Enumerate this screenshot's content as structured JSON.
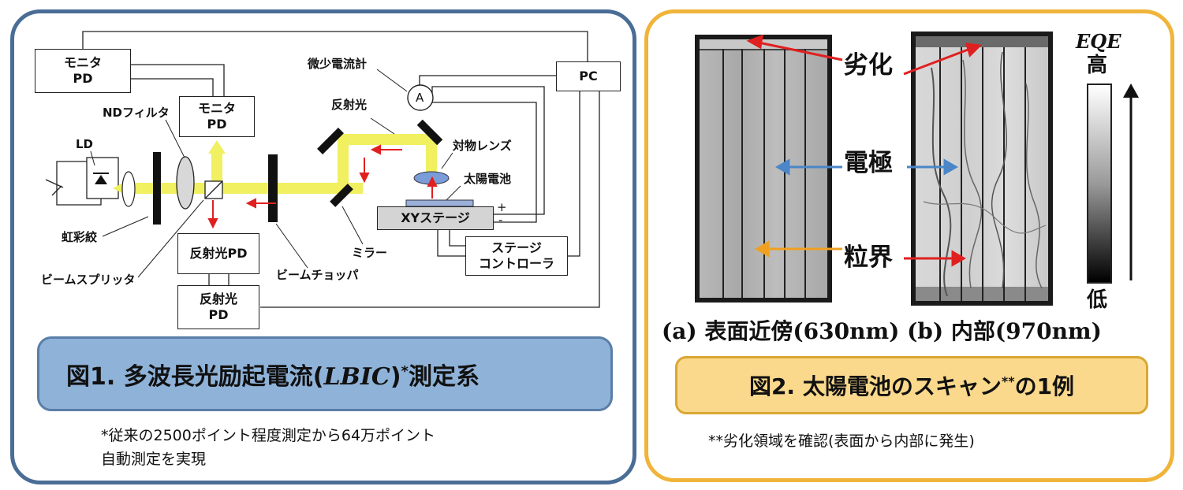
{
  "figure1": {
    "boxes": {
      "monitor_pd_1": "モニタ\nPD",
      "monitor_pd_2": "モニタ\nPD",
      "pc": "PC",
      "reflected_pd_1": "反射光PD",
      "reflected_pd_2": "反射光\nPD",
      "xy_stage": "XYステージ",
      "stage_controller": "ステージ\nコントローラ",
      "ammeter_symbol": "A"
    },
    "labels": {
      "nd_filter": "NDフィルタ",
      "ld": "LD",
      "iridescence": "虹彩絞",
      "beam_splitter": "ビームスプリッタ",
      "beam_chopper": "ビームチョッパ",
      "mirror": "ミラー",
      "reflected_light": "反射光",
      "micro_ammeter": "微少電流計",
      "objective_lens": "対物レンズ",
      "solar_cell": "太陽電池",
      "plus": "+",
      "minus": "-"
    },
    "caption_prefix": "図1. 多波長光励起電流(",
    "caption_italic": "LBIC",
    "caption_suffix": ")",
    "caption_sup": "*",
    "caption_tail": "測定系",
    "footnote_line1": "*従来の2500ポイント程度測定から64万ポイント",
    "footnote_line2": "自動測定を実現"
  },
  "figure2": {
    "labels": {
      "degradation": "劣化",
      "electrode": "電極",
      "grain_boundary": "粒界",
      "eqe": "EQE",
      "high": "高",
      "low": "低"
    },
    "subcaption": "(a) 表面近傍(630nm) (b) 内部(970nm)",
    "caption_main": "図2. 太陽電池のスキャン",
    "caption_sup": "**",
    "caption_tail": "の1例",
    "footnote": "**劣化領域を確認(表面から内部に発生)"
  },
  "colors": {
    "left_border": "#4a6d96",
    "right_border": "#f0b43a",
    "laser_beam": "#f0f060",
    "arrow_red": "#e02020",
    "arrow_blue": "#4a86c8",
    "arrow_orange": "#f0a020"
  }
}
